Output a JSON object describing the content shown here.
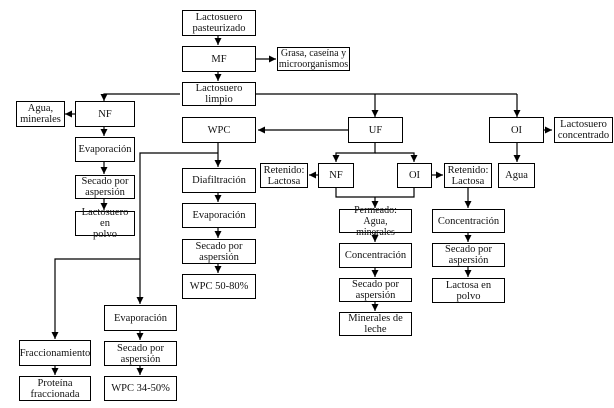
{
  "diagram": {
    "type": "flowchart",
    "nodes": {
      "lactosuero_pasteurizado": "Lactosuero\npasteurizado",
      "mf": "MF",
      "grasa": "Grasa, caseína y\nmicroorganismos",
      "lactosuero_limpio": "Lactosuero limpio",
      "nf_left": "NF",
      "agua_minerales": "Agua,\nminerales",
      "evap_left": "Evaporación",
      "secado_left": "Secado por\naspersión",
      "lactosuero_polvo": "Lactosuero en\npolvo",
      "wpc": "WPC",
      "uf": "UF",
      "oi_right": "OI",
      "lactosuero_concentrado": "Lactosuero\nconcentrado",
      "agua": "Agua",
      "diafiltracion": "Diafiltración",
      "evap_wpc": "Evaporación",
      "secado_wpc": "Secado por\naspersión",
      "wpc_50_80": "WPC 50-80%",
      "retenido_nf": "Retenido:\nLactosa",
      "nf_mid": "NF",
      "oi_mid": "OI",
      "retenido_oi": "Retenido:\nLactosa",
      "permeado": "Permeado: Agua,\nminerales",
      "conc_perm": "Concentración",
      "secado_perm": "Secado por\naspersión",
      "minerales_leche": "Minerales de\nleche",
      "conc_lac": "Concentración",
      "secado_lac": "Secado por\naspersión",
      "lactosa_polvo": "Lactosa en polvo",
      "evap_34": "Evaporación",
      "secado_34": "Secado por\naspersión",
      "wpc_34_50": "WPC 34-50%",
      "fraccionamiento": "Fraccionamiento",
      "proteina": "Proteína\nfraccionada"
    },
    "edges": [
      [
        "lactosuero_pasteurizado",
        "mf"
      ],
      [
        "mf",
        "grasa"
      ],
      [
        "mf",
        "lactosuero_limpio"
      ],
      [
        "lactosuero_limpio",
        "nf_left"
      ],
      [
        "lactosuero_limpio",
        "uf"
      ],
      [
        "lactosuero_limpio",
        "oi_right"
      ],
      [
        "nf_left",
        "agua_minerales"
      ],
      [
        "nf_left",
        "evap_left"
      ],
      [
        "evap_left",
        "secado_left"
      ],
      [
        "secado_left",
        "lactosuero_polvo"
      ],
      [
        "uf",
        "wpc"
      ],
      [
        "uf",
        "nf_mid"
      ],
      [
        "uf",
        "oi_mid"
      ],
      [
        "oi_right",
        "lactosuero_concentrado"
      ],
      [
        "oi_right",
        "agua"
      ],
      [
        "wpc",
        "diafiltracion"
      ],
      [
        "wpc",
        "evap_34"
      ],
      [
        "wpc",
        "fraccionamiento"
      ],
      [
        "diafiltracion",
        "evap_wpc"
      ],
      [
        "evap_wpc",
        "secado_wpc"
      ],
      [
        "secado_wpc",
        "wpc_50_80"
      ],
      [
        "nf_mid",
        "retenido_nf"
      ],
      [
        "oi_mid",
        "retenido_oi"
      ],
      [
        "nf_mid",
        "permeado"
      ],
      [
        "oi_mid",
        "permeado"
      ],
      [
        "permeado",
        "conc_perm"
      ],
      [
        "conc_perm",
        "secado_perm"
      ],
      [
        "secado_perm",
        "minerales_leche"
      ],
      [
        "retenido_oi",
        "conc_lac"
      ],
      [
        "conc_lac",
        "secado_lac"
      ],
      [
        "secado_lac",
        "lactosa_polvo"
      ],
      [
        "evap_34",
        "secado_34"
      ],
      [
        "secado_34",
        "wpc_34_50"
      ],
      [
        "fraccionamiento",
        "proteina"
      ]
    ]
  }
}
